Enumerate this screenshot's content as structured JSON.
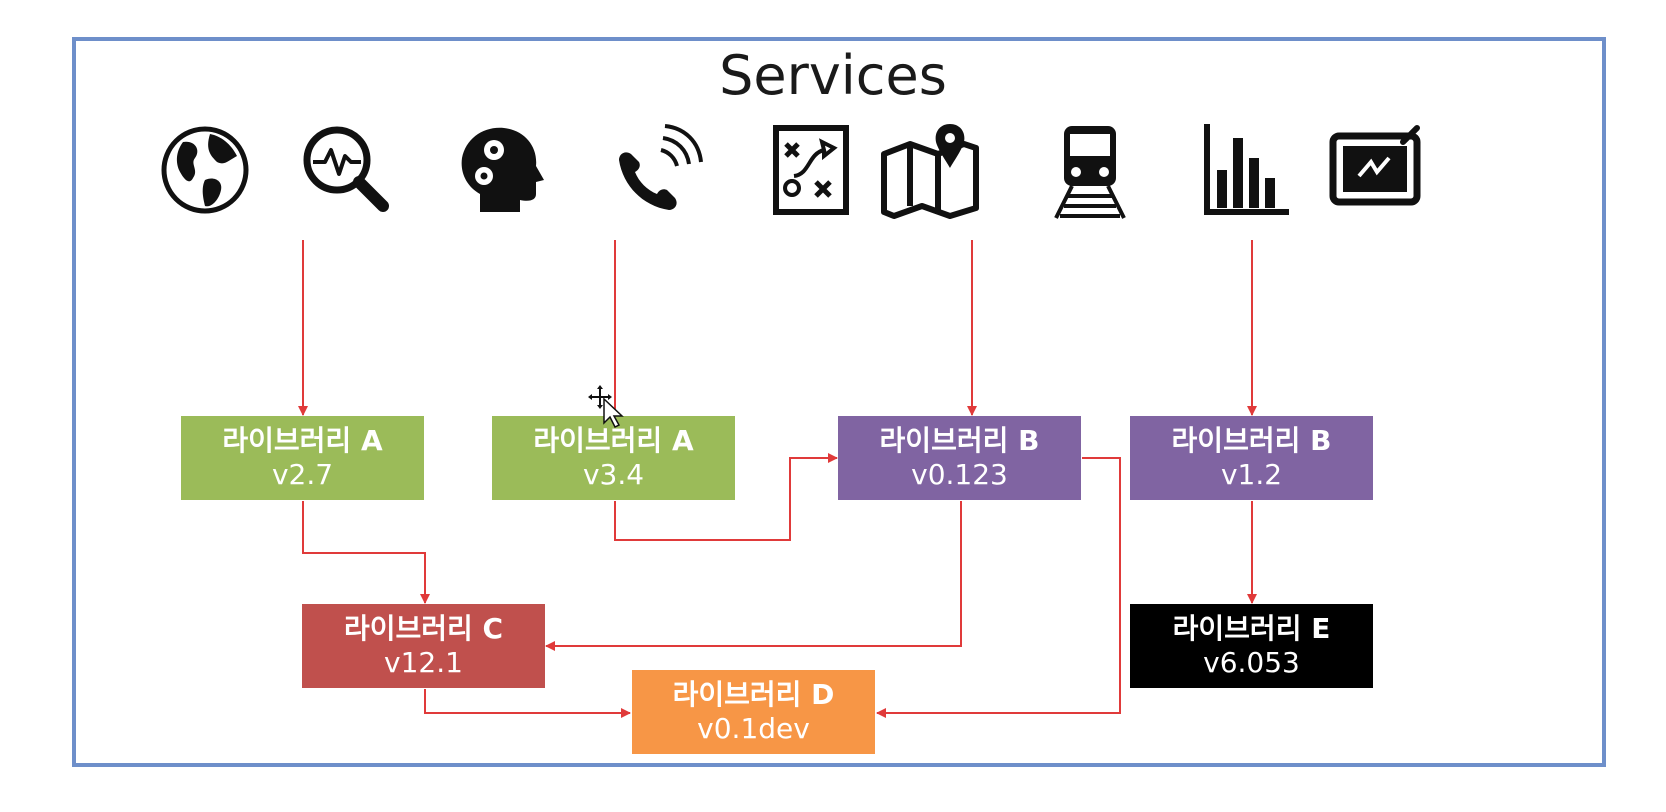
{
  "diagram": {
    "title": "Services",
    "icons": [
      "globe-icon",
      "analytics-search-icon",
      "brain-gears-icon",
      "phone-icon",
      "strategy-icon",
      "map-icon",
      "train-icon",
      "bar-chart-icon",
      "tablet-icon"
    ],
    "libraries": {
      "a_27": {
        "name": "라이브러리 A",
        "version": "v2.7"
      },
      "a_34": {
        "name": "라이브러리 A",
        "version": "v3.4"
      },
      "b_0123": {
        "name": "라이브러리 B",
        "version": "v0.123"
      },
      "b_12": {
        "name": "라이브러리 B",
        "version": "v1.2"
      },
      "c_121": {
        "name": "라이브러리 C",
        "version": "v12.1"
      },
      "d_01dev": {
        "name": "라이브러리 D",
        "version": "v0.1dev"
      },
      "e_6053": {
        "name": "라이브러리 E",
        "version": "v6.053"
      }
    },
    "colors": {
      "frame": "#6e8fca",
      "arrow": "#e03a3a",
      "library_a": "#9bbb59",
      "library_b": "#8064a2",
      "library_c": "#c0504d",
      "library_d": "#f79646",
      "library_e": "#000000"
    }
  }
}
